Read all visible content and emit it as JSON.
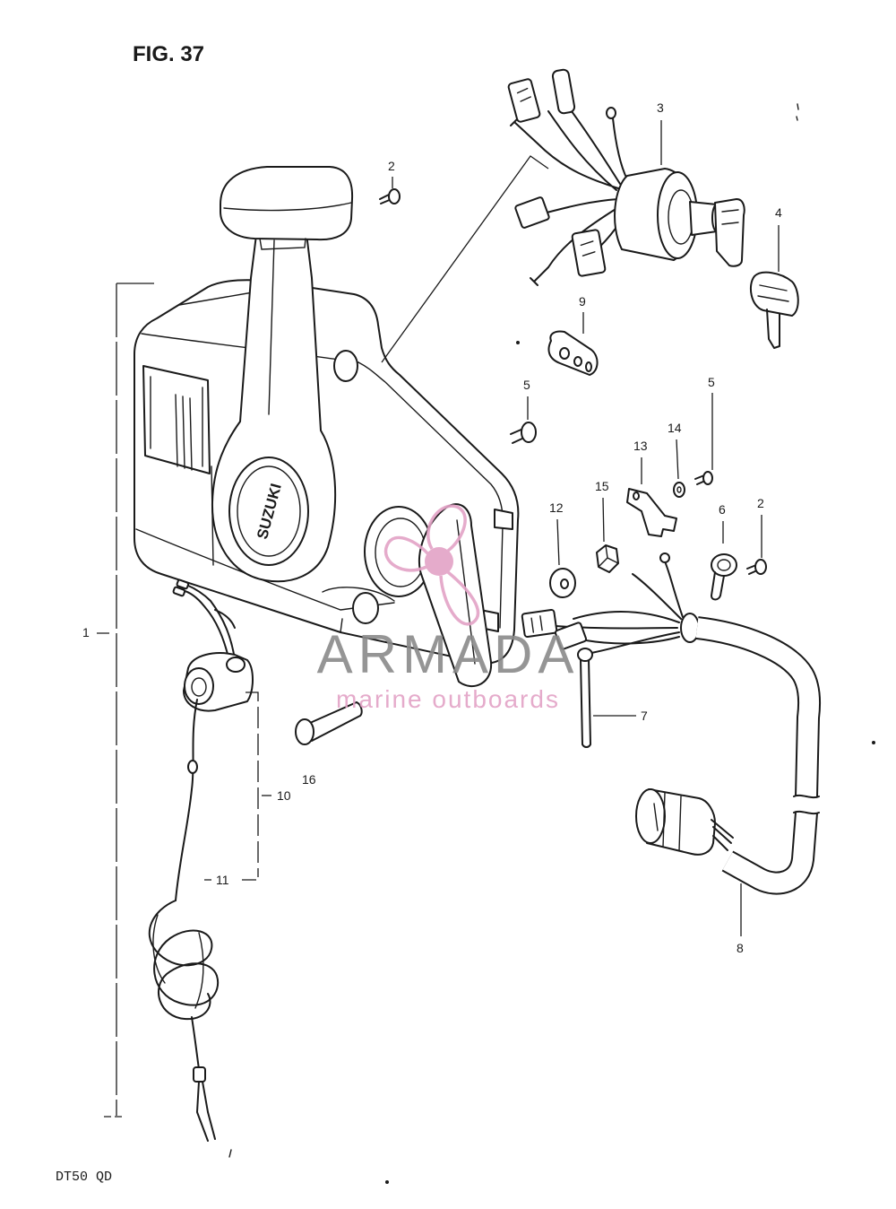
{
  "figure": {
    "title": "FIG. 37",
    "model": "DT50 QD"
  },
  "callouts": {
    "control_box": "1",
    "screw_upper": "2",
    "ignition_switch": "3",
    "key": "4",
    "screw_middle": "5",
    "screw_right": "5",
    "clip": "6",
    "pin": "7",
    "harness": "8",
    "plate": "9",
    "stop_switch": "10",
    "lanyard": "11",
    "washer_large": "12",
    "bracket": "13",
    "washer_small": "14",
    "nut": "15",
    "bolt": "16",
    "screw_lower": "2"
  },
  "logo": {
    "hub_lettering": "SUZUKI"
  },
  "watermark": {
    "brand": "ARMADA",
    "tagline": "marine outboards"
  },
  "colors": {
    "ink": "#1a1a1a",
    "watermark_gray": "#8a8a8a",
    "watermark_pink": "#e3a2c6"
  }
}
